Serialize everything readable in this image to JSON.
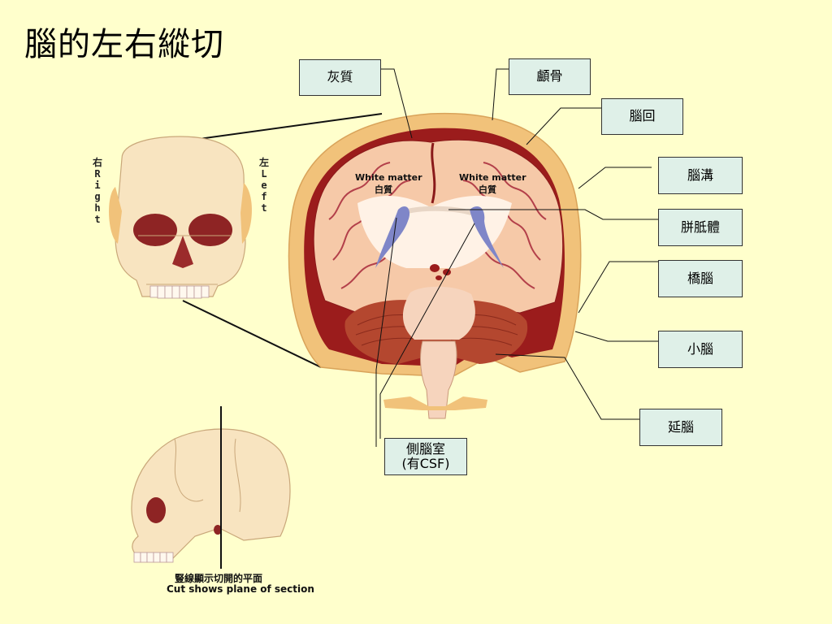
{
  "title": "腦的左右縱切",
  "labels": {
    "gray_matter": "灰質",
    "skull": "顱骨",
    "gyrus": "腦回",
    "sulcus": "腦溝",
    "corpus_callosum": "胼胝體",
    "pons": "橋腦",
    "cerebellum": "小腦",
    "medulla": "延腦",
    "lateral_ventricle_line1": "側腦室",
    "lateral_ventricle_line2": "(有CSF)"
  },
  "white_matter_left_en": "White matter",
  "white_matter_left_zh": "白質",
  "white_matter_right_en": "White matter",
  "white_matter_right_zh": "白質",
  "side_right": "右\nR\ni\ng\nh\nt",
  "side_left": "左\nL\ne\nf\nt",
  "caption_zh": "豎線顯示切開的平面",
  "caption_en": "Cut shows plane of section",
  "colors": {
    "background": "#ffffcc",
    "label_fill": "#dff0e8",
    "bone": "#f8e4c0",
    "dura": "#9b1c1c",
    "cortex": "#f6c9a8",
    "cerebellum": "#b4472f",
    "ventricle": "#7f86c8"
  }
}
